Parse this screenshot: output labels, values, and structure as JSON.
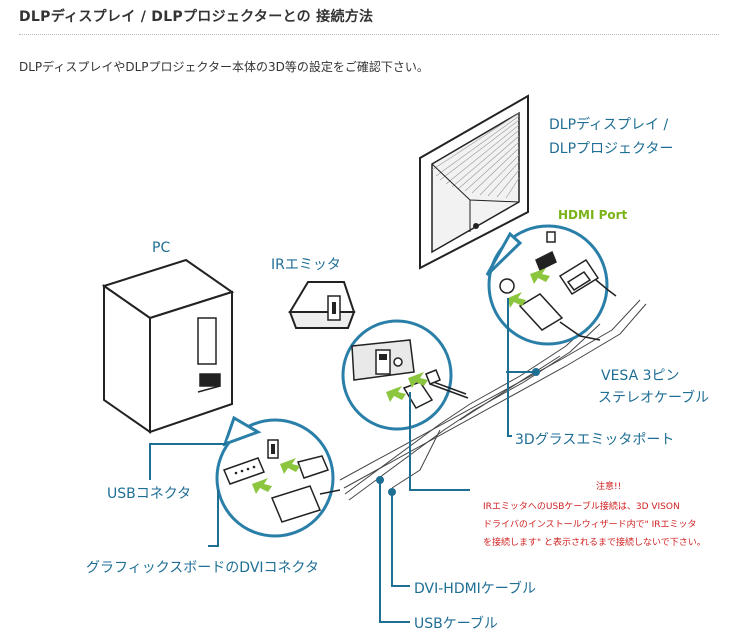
{
  "page": {
    "heading": "DLPディスプレイ / DLPプロジェクターとの 接続方法",
    "intro": "DLPディスプレイやDLPプロジェクター本体の3D等の設定をご確認下さい。"
  },
  "labels": {
    "pc": "PC",
    "ir_emitter": "IRエミッタ",
    "display_line1": "DLPディスプレイ /",
    "display_line2": "DLPプロジェクター",
    "hdmi_port": "HDMI Port",
    "vesa_line1": "VESA 3ピン",
    "vesa_line2": "ステレオケーブル",
    "glasses_port": "3Dグラスエミッタポート",
    "usb_connector": "USBコネクタ",
    "dvi_connector": "グラフィックスボードのDVIコネクタ",
    "dvi_hdmi_cable": "DVI-HDMIケーブル",
    "usb_cable": "USBケーブル"
  },
  "note": {
    "title": "注意!!",
    "line1": "IRエミッタへのUSBケーブル接続は、3D VISON",
    "line2": "ドライバのインストールウィザード内で\" IRエミッタ",
    "line3": "を接続します\" と表示されるまで接続しないで下さい。"
  },
  "colors": {
    "label_blue": "#1f6e94",
    "circle_blue": "#2a7fa8",
    "accent_green": "#7ab317",
    "note_red": "#d02020"
  }
}
